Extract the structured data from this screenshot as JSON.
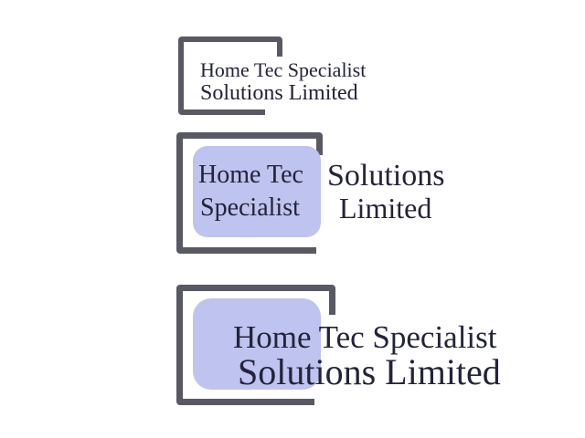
{
  "logos": [
    {
      "variant": "compact",
      "line1": "Home Tec Specialist",
      "line2": "Solutions Limited"
    },
    {
      "variant": "stacked-box",
      "box_line1": "Home Tec",
      "box_line2": "Specialist",
      "side_line1": "Solutions",
      "side_line2": "Limited"
    },
    {
      "variant": "large",
      "line1": "Home Tec Specialist",
      "line2": "Solutions Limited"
    }
  ],
  "colors": {
    "bracket": "#595964",
    "box_fill": "#bfc3ef",
    "text": "#23233a",
    "background": "#ffffff"
  }
}
